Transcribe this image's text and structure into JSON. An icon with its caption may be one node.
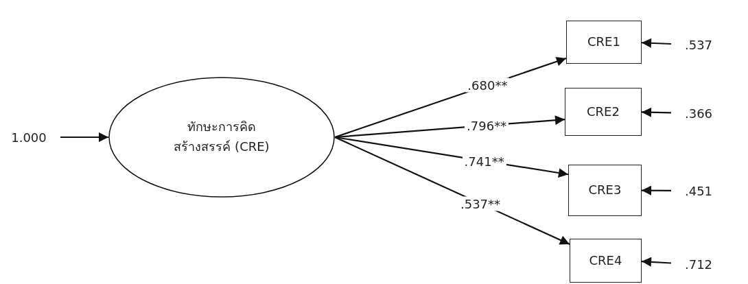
{
  "diagram": {
    "nodes": [
      {
        "text": [
          "1.000"
        ]
      },
      {
        "text": [
          "ทักษะการคิด สร้างสรรค์ (CRE)"
        ]
      },
      {
        "text": [
          "CRE1"
        ]
      },
      {
        "text": [
          "CRE2"
        ]
      },
      {
        "text": [
          "CRE3"
        ]
      },
      {
        "text": [
          "CRE4"
        ]
      },
      {
        "text": [
          ".537"
        ]
      },
      {
        "text": [
          ".366"
        ]
      },
      {
        "text": [
          ".451"
        ]
      },
      {
        "text": [
          ".712"
        ]
      }
    ],
    "edges": [
      {
        "from": 0,
        "to": 1,
        "arrow": "to"
      },
      {
        "from": 1,
        "to": 2,
        "arrow": "to",
        "label": ".680**"
      },
      {
        "from": 1,
        "to": 3,
        "arrow": "to",
        "label": ".796**"
      },
      {
        "from": 1,
        "to": 4,
        "arrow": "to",
        "label": ".741**"
      },
      {
        "from": 1,
        "to": 5,
        "arrow": "to",
        "label": ".537**"
      },
      {
        "from": 6,
        "to": 2,
        "arrow": "to"
      },
      {
        "from": 7,
        "to": 3,
        "arrow": "to"
      },
      {
        "from": 8,
        "to": 4,
        "arrow": "to"
      },
      {
        "from": 9,
        "to": 5,
        "arrow": "to"
      }
    ]
  }
}
